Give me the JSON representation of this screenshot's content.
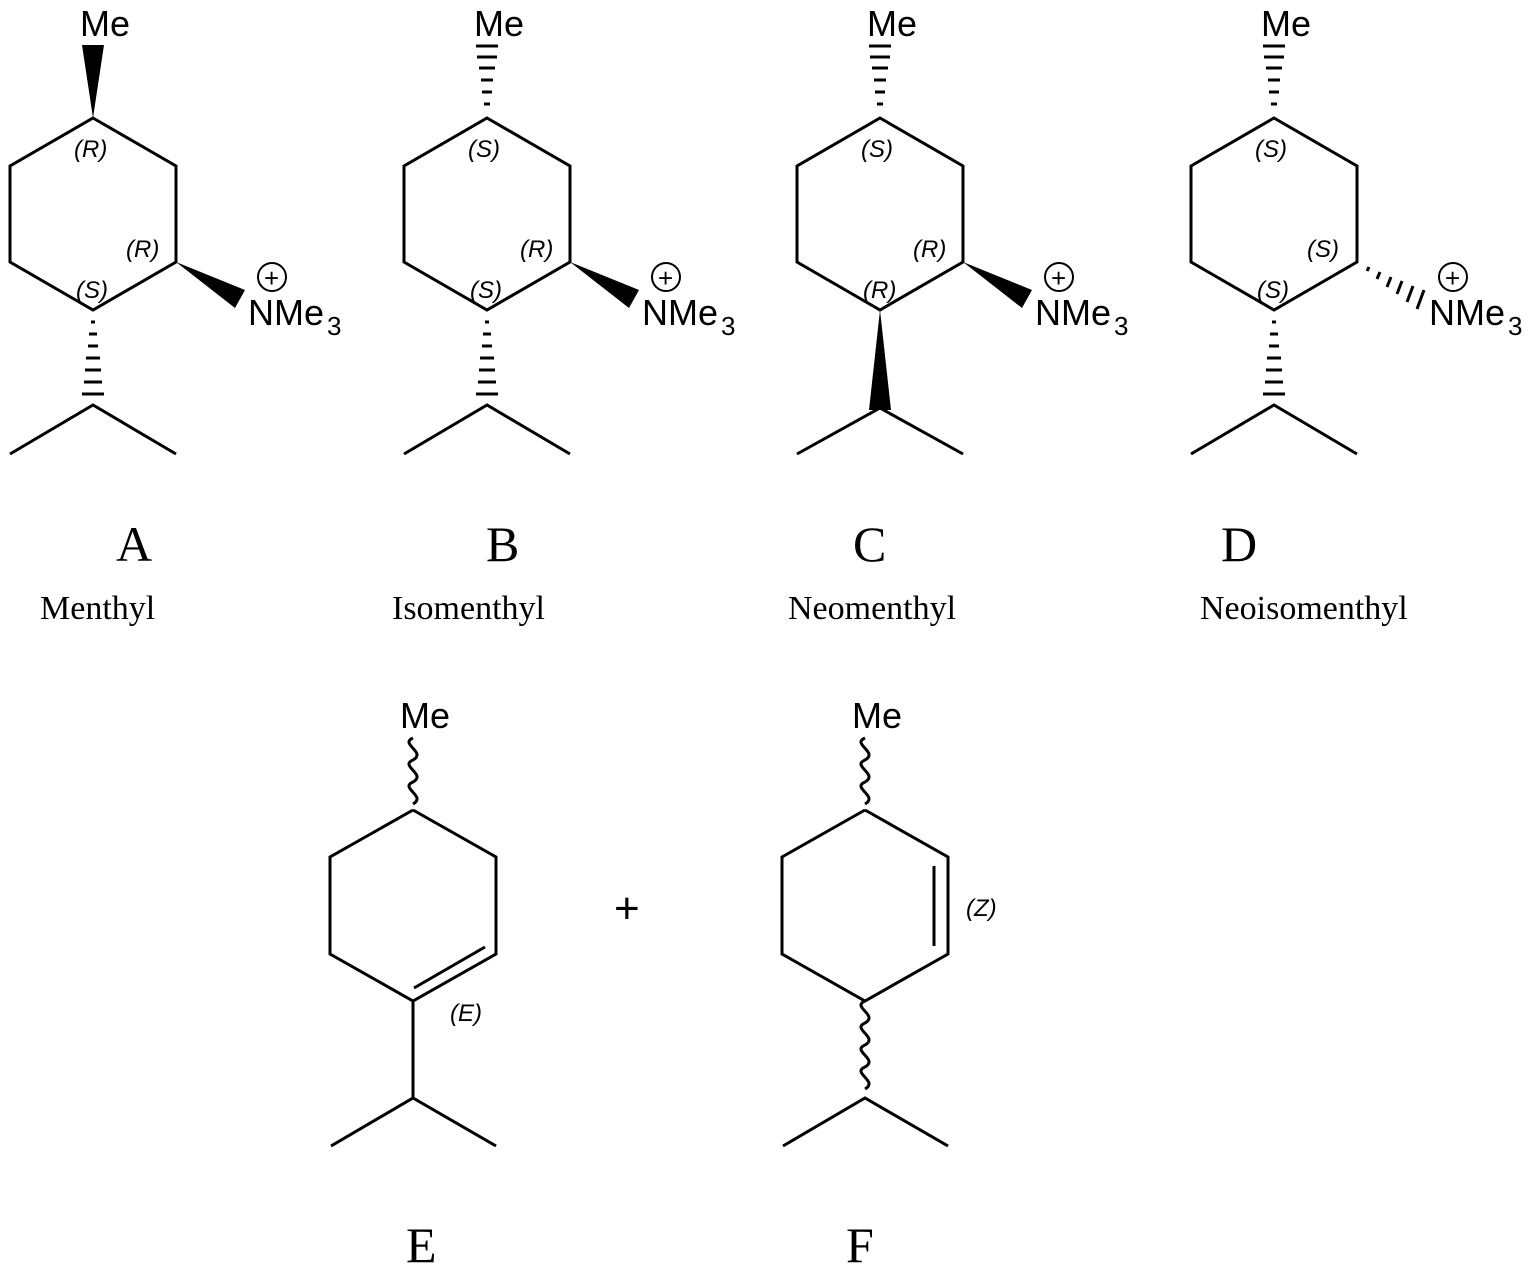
{
  "compounds": [
    {
      "letter": "A",
      "name": "Menthyl",
      "top_group": "Me",
      "top_bond": "wedge",
      "amine": "NMe",
      "amine_sub": "3",
      "amine_bond": "wedge",
      "isopropyl_bond": "hash",
      "stereo": {
        "c1": "(R)",
        "c3": "(R)",
        "c4": "(S)"
      }
    },
    {
      "letter": "B",
      "name": "Isomenthyl",
      "top_group": "Me",
      "top_bond": "hash",
      "amine": "NMe",
      "amine_sub": "3",
      "amine_bond": "wedge",
      "isopropyl_bond": "hash",
      "stereo": {
        "c1": "(S)",
        "c3": "(R)",
        "c4": "(S)"
      }
    },
    {
      "letter": "C",
      "name": "Neomenthyl",
      "top_group": "Me",
      "top_bond": "hash",
      "amine": "NMe",
      "amine_sub": "3",
      "amine_bond": "wedge",
      "isopropyl_bond": "wedge",
      "stereo": {
        "c1": "(S)",
        "c3": "(R)",
        "c4": "(R)"
      }
    },
    {
      "letter": "D",
      "name": "Neoisomenthyl",
      "top_group": "Me",
      "top_bond": "hash",
      "amine": "NMe",
      "amine_sub": "3",
      "amine_bond": "hash",
      "isopropyl_bond": "hash",
      "stereo": {
        "c1": "(S)",
        "c3": "(S)",
        "c4": "(S)"
      }
    }
  ],
  "charge_symbol": "+",
  "products": [
    {
      "letter": "E",
      "top_group": "Me",
      "alkene_label": "(E)"
    },
    {
      "letter": "F",
      "top_group": "Me",
      "alkene_label": "(Z)"
    }
  ],
  "plus_sign": "+"
}
